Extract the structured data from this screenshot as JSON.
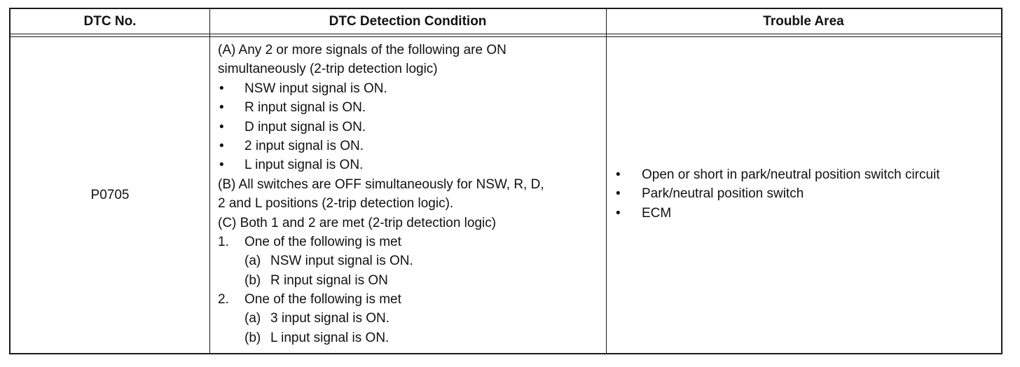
{
  "table": {
    "headers": {
      "dtc_no": "DTC No.",
      "condition": "DTC Detection Condition",
      "trouble_area": "Trouble Area"
    },
    "row": {
      "dtc_no": "P0705",
      "condition": {
        "a_heading_1": "(A) Any 2 or more signals of the following are ON",
        "a_heading_2": "simultaneously (2-trip detection logic)",
        "a_bullets": [
          "NSW input signal is ON.",
          "R input signal is ON.",
          "D input signal is ON.",
          "2 input signal is ON.",
          "L input signal is ON."
        ],
        "b_line_1": "(B) All switches are OFF simultaneously for NSW, R, D,",
        "b_line_2": "2 and L positions (2-trip detection logic).",
        "c_line": "(C) Both 1 and 2 are met (2-trip detection logic)",
        "c_items": [
          {
            "num": "1.",
            "text": "One of the following is met",
            "subs": [
              {
                "label": "(a)",
                "text": "NSW input signal is ON."
              },
              {
                "label": "(b)",
                "text": "R input signal is ON"
              }
            ]
          },
          {
            "num": "2.",
            "text": "One of the following is met",
            "subs": [
              {
                "label": "(a)",
                "text": "3 input signal is ON."
              },
              {
                "label": "(b)",
                "text": "L input signal is ON."
              }
            ]
          }
        ]
      },
      "trouble_area": [
        "Open or short in park/neutral position switch circuit",
        "Park/neutral position switch",
        "ECM"
      ]
    },
    "bullet_glyph": "•"
  }
}
